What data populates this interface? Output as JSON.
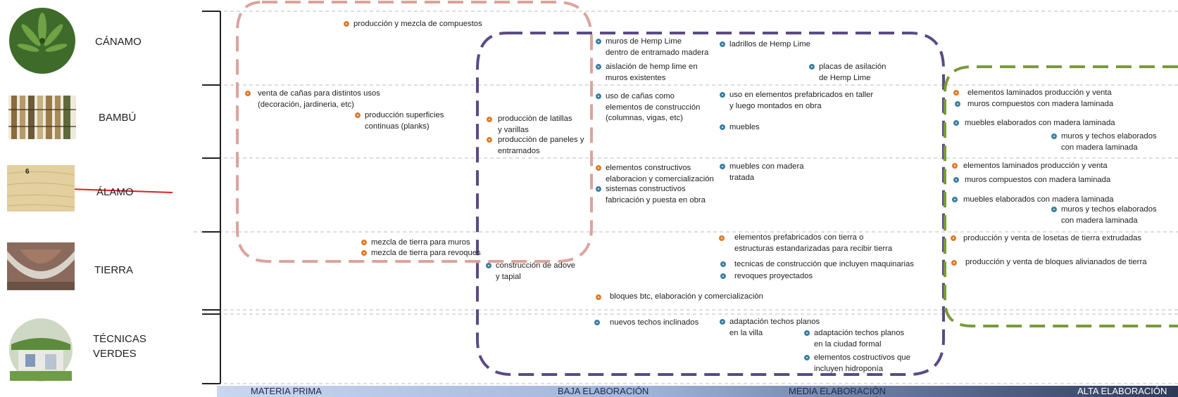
{
  "rows": [
    {
      "label": "CÁNAMO"
    },
    {
      "label": "BAMBÚ"
    },
    {
      "label": "ÁLAMO",
      "badge": "6"
    },
    {
      "label": "TIERRA"
    },
    {
      "label": "TÉCNICAS\nVERDES"
    }
  ],
  "axis": {
    "labels": [
      "MATERIA PRIMA",
      "BAJA ELABORACIÓN",
      "MEDIA ELABORACIÓN",
      "ALTA ELABORACIÓN"
    ]
  },
  "colors": {
    "orange_dot": "#e07b2a",
    "blue_dot": "#3a7fa3",
    "pink_dashed": "#dca39c",
    "purple_dashed": "#5b4a86",
    "green_dashed": "#7a9a3a",
    "strike": "#e0201c"
  },
  "items": [
    {
      "t": "producción y mezcla de compuestos",
      "c": "o"
    },
    {
      "t": "muros de Hemp Lime\ndentro de entramado madera",
      "c": "b"
    },
    {
      "t": "ladrillos de  Hemp Lime",
      "c": "b"
    },
    {
      "t": "aislación de hemp lime en\nmuros existentes",
      "c": "b"
    },
    {
      "t": "placas de asilación\nde Hemp Lime",
      "c": "b"
    },
    {
      "t": "venta de cañas para distintos usos\n(decoración, jardineria, etc)",
      "c": "o"
    },
    {
      "t": "producción superficies\ncontinuas (planks)",
      "c": "o"
    },
    {
      "t": "producciòn de latillas\n y varillas",
      "c": "o"
    },
    {
      "t": "producciòn de paneles y\nentramados",
      "c": "o"
    },
    {
      "t": "uso de cañas como\nelementos de construcción\n(columnas, vigas, etc)",
      "c": "b"
    },
    {
      "t": "uso en elementos prefabricados en taller\ny luego montados en obra",
      "c": "b"
    },
    {
      "t": "muebles",
      "c": "b"
    },
    {
      "t": "elementos laminados producción y venta",
      "c": "o"
    },
    {
      "t": "muros compuestos con madera laminada",
      "c": "b"
    },
    {
      "t": "muebles elaborados con madera laminada",
      "c": "b"
    },
    {
      "t": "muros y techos  elaborados\ncon madera laminada",
      "c": "b"
    },
    {
      "t": "elementos constructivos\nelaboracion y comercialización",
      "c": "o"
    },
    {
      "t": "sistemas constructivos\nfabricación y puesta en obra",
      "c": "b"
    },
    {
      "t": "muebles con madera\ntratada",
      "c": "b"
    },
    {
      "t": "elementos laminados producción y venta",
      "c": "o"
    },
    {
      "t": "muros compuestos con madera laminada",
      "c": "b"
    },
    {
      "t": "muebles elaborados con madera laminada",
      "c": "b"
    },
    {
      "t": "muros y techos  elaborados\ncon madera laminada",
      "c": "b"
    },
    {
      "t": "mezcla de tierra para muros",
      "c": "o"
    },
    {
      "t": "mezcla de tierra para revoques",
      "c": "o"
    },
    {
      "t": "construcción de adove\ny tapial",
      "c": "b"
    },
    {
      "t": "elementos prefabricados con tierra o\nestructuras estandarizadas para recibir tierra",
      "c": "o"
    },
    {
      "t": "tecnicas de construcción que incluyen maquinarias",
      "c": "b"
    },
    {
      "t": "revoques proyectados",
      "c": "b"
    },
    {
      "t": "bloques btc, elaboración y comercializaciòn",
      "c": "o"
    },
    {
      "t": "producción y venta de losetas de tierra extrudadas",
      "c": "o"
    },
    {
      "t": "producción y venta de bloques alivianados de tierra",
      "c": "o"
    },
    {
      "t": "nuevos techos inclinados",
      "c": "b"
    },
    {
      "t": "adaptación techos planos\nen la villa",
      "c": "b"
    },
    {
      "t": "adaptación techos planos\nen la ciudad formal",
      "c": "b"
    },
    {
      "t": "elementos costructivos que\nincluyen hidroponía",
      "c": "b"
    }
  ]
}
